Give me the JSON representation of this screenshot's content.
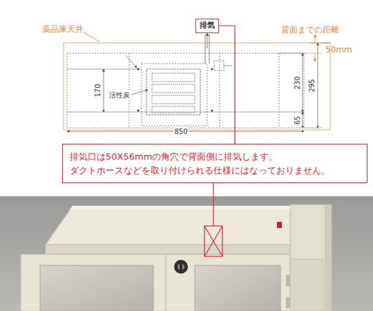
{
  "diagram": {
    "nodes": [
      {
        "text": [
          "排気"
        ]
      },
      {
        "text": [
          "排気口は50X56mmの角穴で背面側に排気します。",
          "ダクトホースなどを取り付けられる仕様にはなっておりません。"
        ]
      }
    ],
    "edges": [
      {
        "from": 0,
        "to": 1,
        "arrow": "none"
      }
    ],
    "labels": [
      "薬品庫天井",
      "背面までの距離",
      "50mm",
      "170",
      "活性炭",
      "230",
      "295",
      "65",
      "850"
    ]
  }
}
